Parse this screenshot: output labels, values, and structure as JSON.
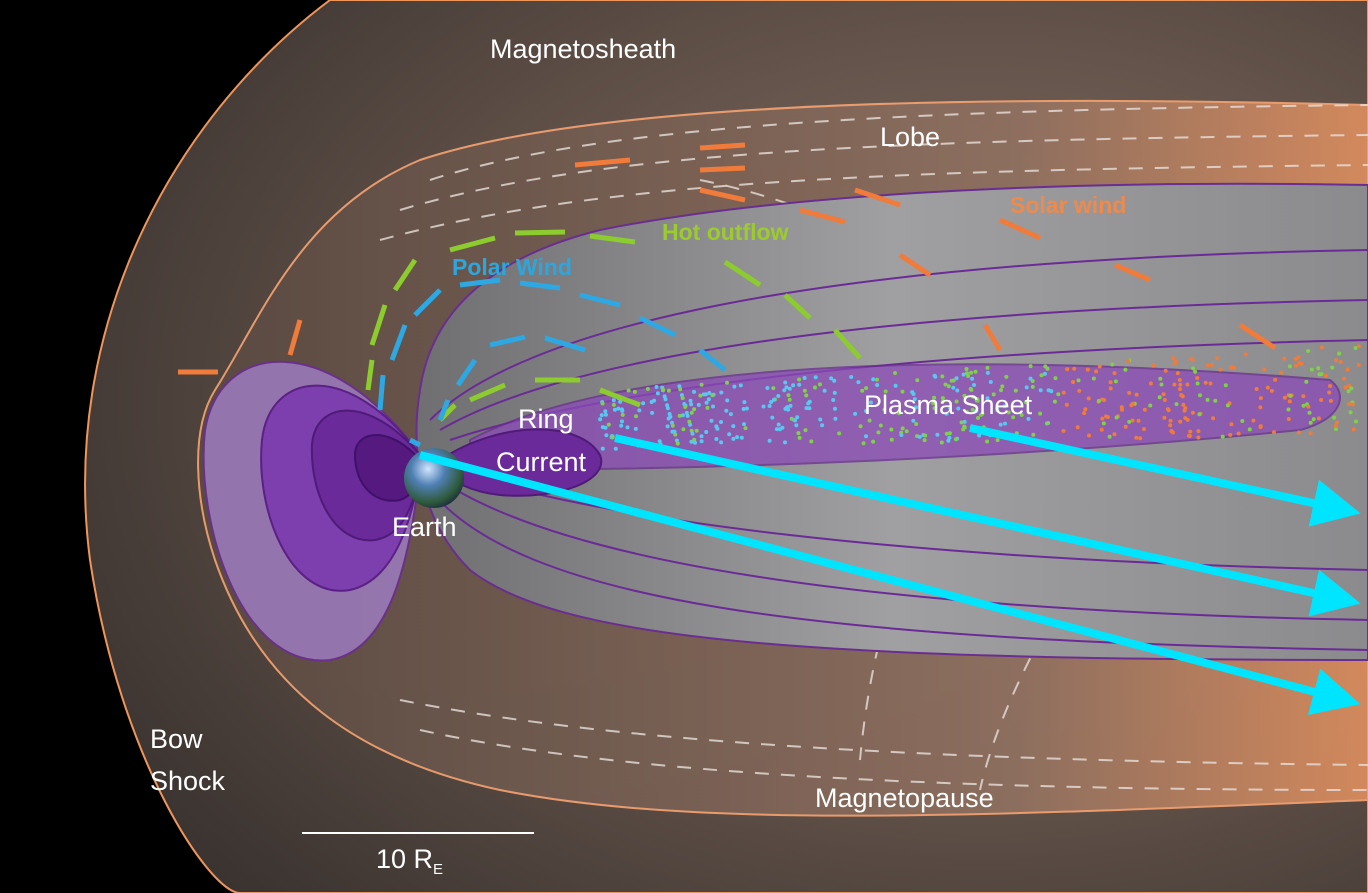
{
  "labels": {
    "magnetosheath": "Magnetosheath",
    "lobe": "Lobe",
    "solar_wind": "Solar wind",
    "hot_outflow": "Hot outflow",
    "polar_wind": "Polar Wind",
    "ring_current_1": "Ring",
    "ring_current_2": "Current",
    "earth": "Earth",
    "plasma_sheet": "Plasma Sheet",
    "bow_shock_1": "Bow",
    "bow_shock_2": "Shock",
    "magnetopause": "Magnetopause",
    "scale_value": "10 R",
    "scale_sub": "E"
  },
  "colors": {
    "background": "#000000",
    "sheath": "#6e5a4e",
    "magnetopause_edge": "#f0955a",
    "inner_gray": "#8c8c8c",
    "purple": "#7a2fa8",
    "solar_wind_arrow": "#f07b3a",
    "hot_outflow_arrow": "#8ccc2e",
    "polar_wind_arrow": "#2ea8e2",
    "pointer_arrow": "#00e5ff"
  }
}
